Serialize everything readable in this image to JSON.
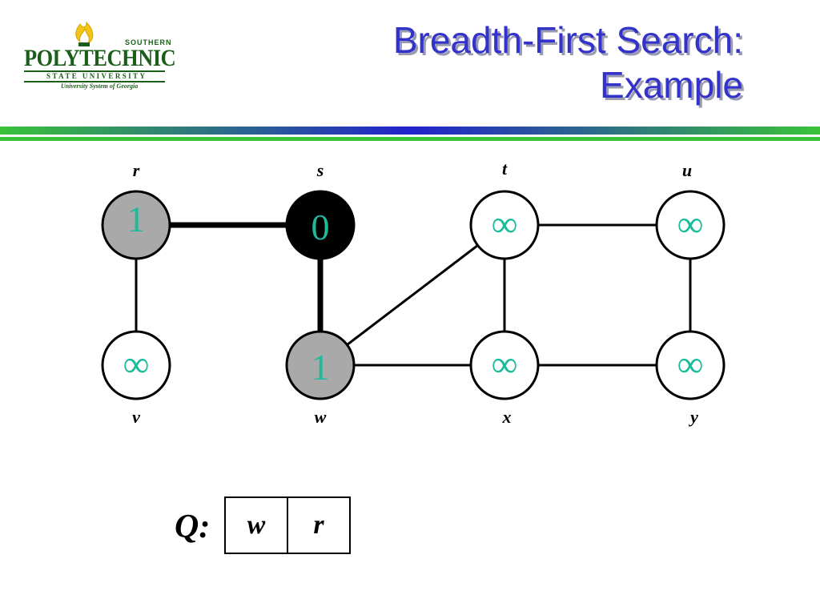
{
  "logo": {
    "southern": "SOUTHERN",
    "polytechnic": "POLYTECHNIC",
    "state_university": "STATE UNIVERSITY",
    "system": "University System of Georgia"
  },
  "title": {
    "line1": "Breadth-First Search:",
    "line2": "Example"
  },
  "colors": {
    "title": "#3333cc",
    "distance_text": "#1abc9c",
    "visited_gray": "#a9a9a9",
    "source_black": "#000000",
    "rule_green": "#39c339",
    "rule_blue": "#2222cc"
  },
  "graph": {
    "vertices": [
      {
        "id": "r",
        "label": "r",
        "distance": "1",
        "state": "gray"
      },
      {
        "id": "s",
        "label": "s",
        "distance": "0",
        "state": "black"
      },
      {
        "id": "t",
        "label": "t",
        "distance": "∞",
        "state": "white"
      },
      {
        "id": "u",
        "label": "u",
        "distance": "∞",
        "state": "white"
      },
      {
        "id": "v",
        "label": "v",
        "distance": "∞",
        "state": "white"
      },
      {
        "id": "w",
        "label": "w",
        "distance": "1",
        "state": "gray"
      },
      {
        "id": "x",
        "label": "x",
        "distance": "∞",
        "state": "white"
      },
      {
        "id": "y",
        "label": "y",
        "distance": "∞",
        "state": "white"
      }
    ],
    "edges": [
      {
        "from": "r",
        "to": "s",
        "tree": true
      },
      {
        "from": "r",
        "to": "v",
        "tree": false
      },
      {
        "from": "s",
        "to": "w",
        "tree": true
      },
      {
        "from": "w",
        "to": "t",
        "tree": false
      },
      {
        "from": "w",
        "to": "x",
        "tree": false
      },
      {
        "from": "t",
        "to": "x",
        "tree": false
      },
      {
        "from": "t",
        "to": "u",
        "tree": false
      },
      {
        "from": "u",
        "to": "y",
        "tree": false
      },
      {
        "from": "x",
        "to": "y",
        "tree": false
      }
    ]
  },
  "queue": {
    "label": "Q:",
    "items": [
      "w",
      "r"
    ]
  }
}
